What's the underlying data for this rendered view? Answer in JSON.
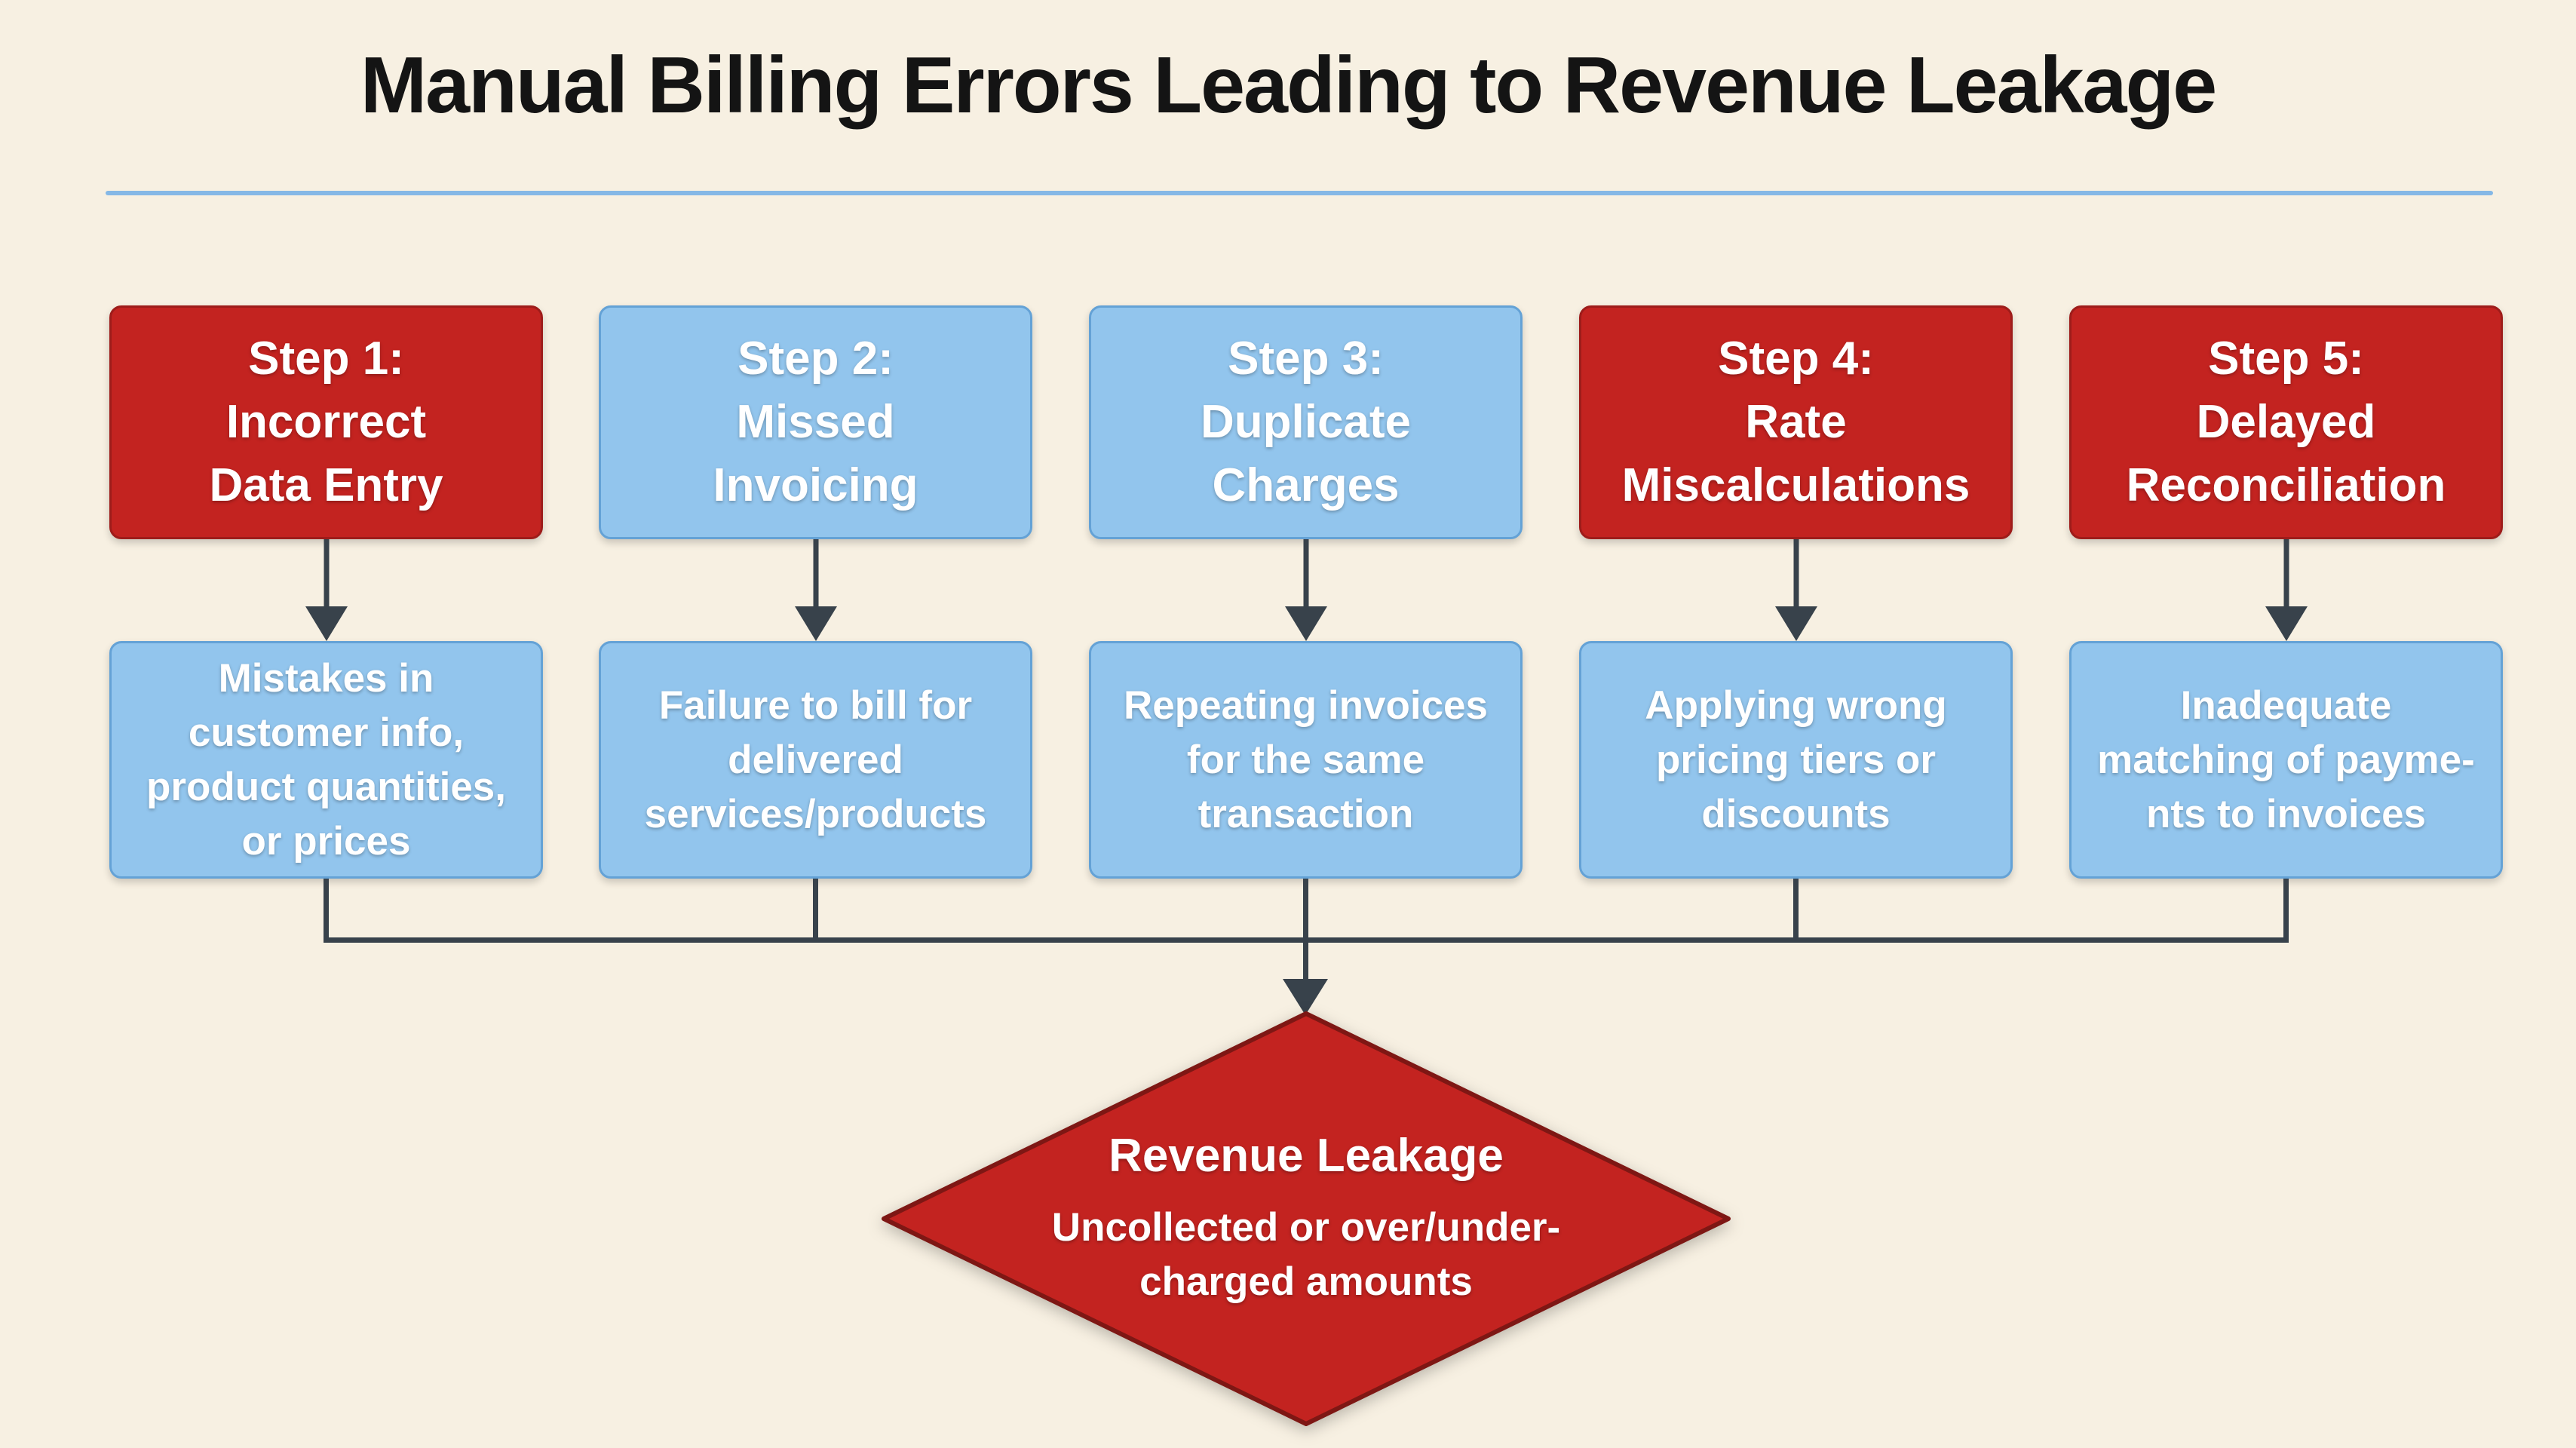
{
  "title": "Manual Billing Errors Leading to Revenue Leakage",
  "colors": {
    "background": "#f7f0e2",
    "red_box": "#c32320",
    "red_box_border": "#9e1c1a",
    "blue_box": "#92c5ed",
    "blue_box_border": "#64a2d6",
    "connector_line": "#38424b",
    "divider": "#85b8e6",
    "diamond_fill": "#c32320",
    "diamond_border": "#7e1714",
    "box_text": "#ffffff",
    "title_text": "#141414"
  },
  "steps": [
    {
      "type": "red",
      "title_lines": [
        "Step 1:",
        "Incorrect",
        "Data Entry"
      ],
      "description": "Mistakes in customer info, product quantities, or prices"
    },
    {
      "type": "blue",
      "title_lines": [
        "Step 2:",
        "Missed",
        "Invoicing"
      ],
      "description": "Failure to bill for delivered services/products"
    },
    {
      "type": "blue",
      "title_lines": [
        "Step 3:",
        "Duplicate",
        "Charges"
      ],
      "description": "Repeating invoices for the same transaction"
    },
    {
      "type": "red",
      "title_lines": [
        "Step 4:",
        "Rate",
        "Miscalculations"
      ],
      "description": "Applying wrong pricing tiers or discounts"
    },
    {
      "type": "red",
      "title_lines": [
        "Step 5:",
        "Delayed",
        "Reconciliation"
      ],
      "description": "Inadequate matching of payme-nts to invoices"
    }
  ],
  "outcome": {
    "title": "Revenue Leakage",
    "subtitle": "Uncollected or over/under-charged amounts"
  }
}
